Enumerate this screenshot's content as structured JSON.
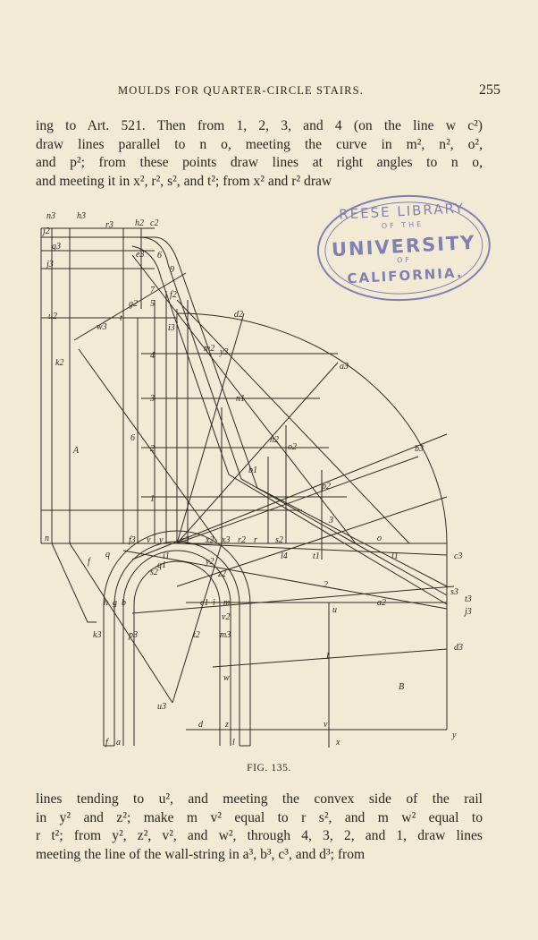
{
  "header": {
    "running_head": "MOULDS FOR QUARTER-CIRCLE STAIRS.",
    "page_number": "255"
  },
  "paragraph_top": [
    "ing to Art. 521.  Then from 1, 2, 3, and 4 (on the line w c²)",
    "draw lines parallel to n o, meeting the curve in m², n², o²,",
    "and p²; from these points draw lines at right angles to n o,",
    "and meeting it in x², r², s², and t²; from x² and r² draw"
  ],
  "figure": {
    "caption": "FIG. 135.",
    "labels": [
      "n3",
      "h3",
      "r3",
      "h2",
      "c2",
      "j2",
      "g3",
      "j3",
      "e3",
      "6",
      "9",
      "7",
      "f2",
      "g2",
      "5",
      "t",
      "i3",
      "u2",
      "w3",
      "k2",
      "d2",
      "m2",
      "y3",
      "a3",
      "4",
      "n1",
      "3",
      "n2",
      "o2",
      "6",
      "2",
      "b1",
      "p2",
      "b3",
      "A",
      "1",
      "n",
      "f3",
      "v",
      "y",
      "c2",
      "x2",
      "x3",
      "r2",
      "r",
      "s2",
      "l4",
      "t1",
      "3",
      "o",
      "l1",
      "c3",
      "q",
      "s3",
      "i1",
      "z2",
      "y2",
      "2",
      "q1",
      "s2",
      "f",
      "h",
      "g",
      "b",
      "c1",
      "i",
      "m",
      "u",
      "a2",
      "t3",
      "j3",
      "k3",
      "p3",
      "t2",
      "m3",
      "v2",
      "1",
      "d3",
      "w",
      "B",
      "u3",
      "d",
      "z",
      "v",
      "x",
      "y",
      "f",
      "a",
      "l"
    ]
  },
  "stamp": {
    "line1": "REESE LIBRARY",
    "line2": "OF THE",
    "line3": "UNIVERSITY",
    "line4": "OF",
    "line5": "CALIFORNIA."
  },
  "paragraph_bottom": [
    "lines tending to u², and meeting the convex side of the rail",
    "in y² and z²; make m v² equal to r s², and m w² equal to",
    "r t²; from y², z², v², and w², through 4, 3, 2, and 1, draw lines",
    "meeting the line of the wall-string in a³, b³, c³, and d³; from"
  ]
}
